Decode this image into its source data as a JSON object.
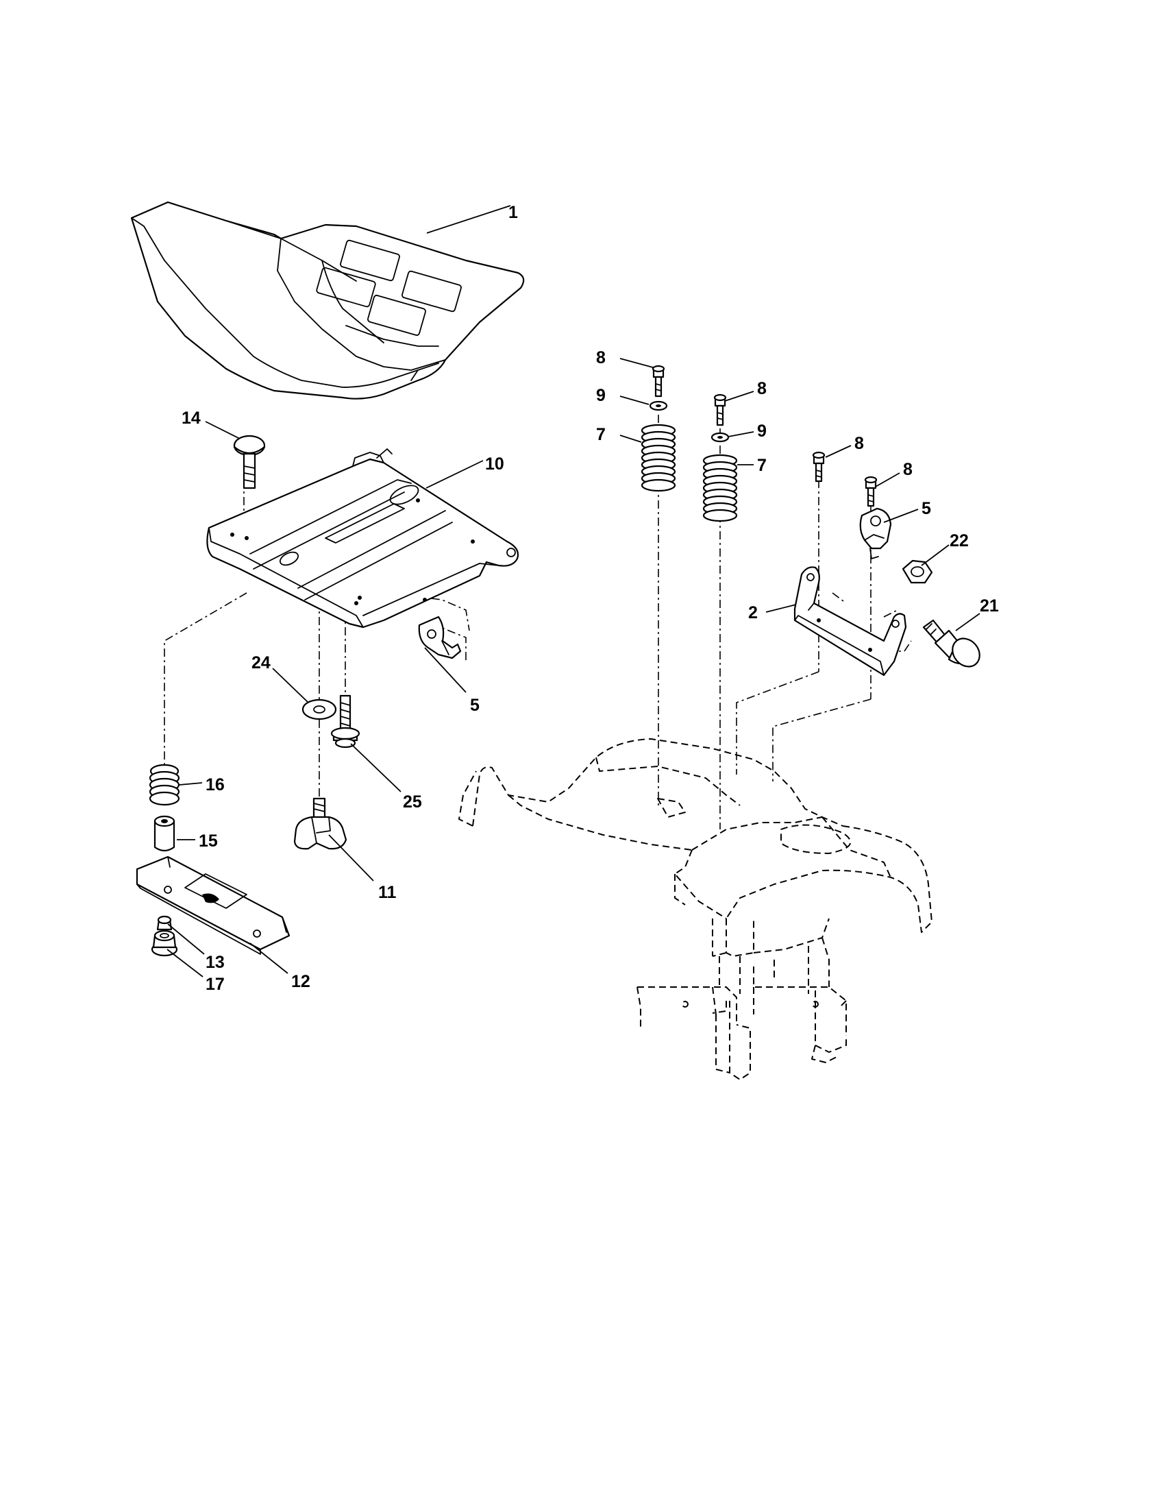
{
  "callouts": {
    "seat": "1",
    "bracket": "2",
    "clip_right": "5",
    "clip_left": "5",
    "spring_a": "7",
    "spring_b": "7",
    "bolt_a": "8",
    "bolt_b": "8",
    "bolt_c": "8",
    "bolt_d": "8",
    "washer_a": "9",
    "washer_b": "9",
    "seat_pan": "10",
    "knob": "11",
    "slide_plate": "12",
    "nut_small": "13",
    "carriage_bolt": "14",
    "spacer": "15",
    "spring_small": "16",
    "flange_nut": "17",
    "shoulder_bolt": "21",
    "hex_nut": "22",
    "flat_washer": "24",
    "screw": "25"
  }
}
